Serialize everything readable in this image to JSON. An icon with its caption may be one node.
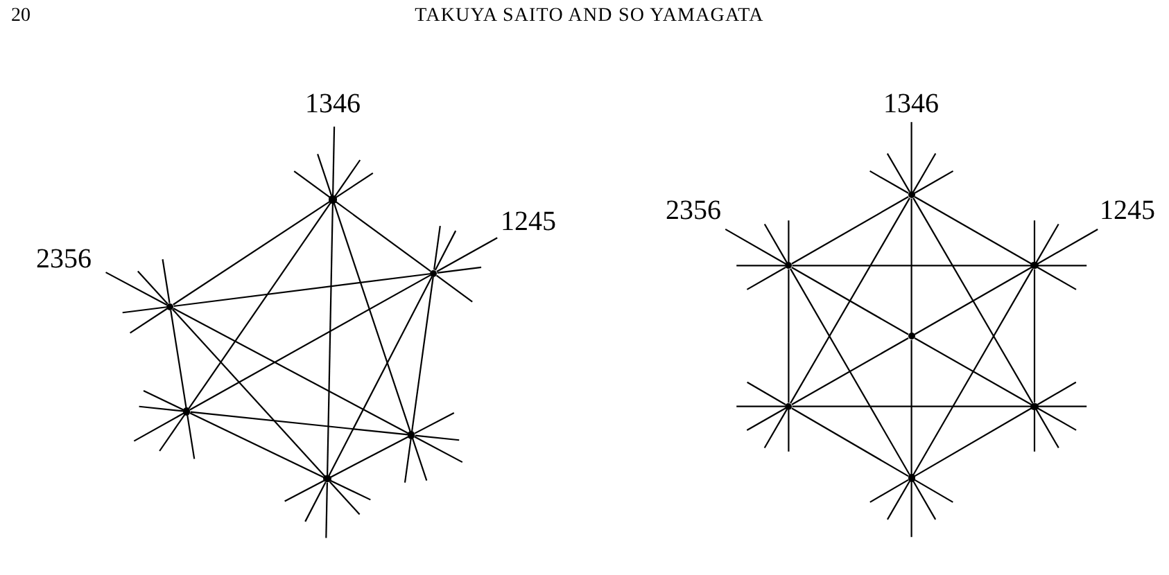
{
  "diagram": {
    "nodes": [
      {
        "text": [],
        "shape": "dot"
      },
      {
        "text": [],
        "shape": "dot"
      },
      {
        "text": [],
        "shape": "dot"
      },
      {
        "text": [],
        "shape": "dot"
      },
      {
        "text": [],
        "shape": "dot"
      },
      {
        "text": [],
        "shape": "dot"
      },
      {
        "text": [],
        "shape": "dot"
      },
      {
        "text": [],
        "shape": "dot"
      },
      {
        "text": [],
        "shape": "dot"
      },
      {
        "text": [],
        "shape": "dot"
      },
      {
        "text": [],
        "shape": "dot"
      },
      {
        "text": [],
        "shape": "dot"
      },
      {
        "text": [],
        "shape": "dot"
      }
    ],
    "edges": [
      {
        "from": 0,
        "to": 1,
        "arrow": "none"
      },
      {
        "from": 0,
        "to": 2,
        "arrow": "none"
      },
      {
        "from": 0,
        "to": 3,
        "arrow": "none"
      },
      {
        "from": 0,
        "to": 4,
        "arrow": "none"
      },
      {
        "from": 0,
        "to": 5,
        "arrow": "none"
      },
      {
        "from": 1,
        "to": 2,
        "arrow": "none"
      },
      {
        "from": 1,
        "to": 3,
        "arrow": "none"
      },
      {
        "from": 1,
        "to": 4,
        "arrow": "none"
      },
      {
        "from": 1,
        "to": 5,
        "arrow": "none"
      },
      {
        "from": 2,
        "to": 3,
        "arrow": "none"
      },
      {
        "from": 2,
        "to": 4,
        "arrow": "none"
      },
      {
        "from": 2,
        "to": 5,
        "arrow": "none"
      },
      {
        "from": 3,
        "to": 4,
        "arrow": "none"
      },
      {
        "from": 3,
        "to": 5,
        "arrow": "none"
      },
      {
        "from": 4,
        "to": 5,
        "arrow": "none"
      },
      {
        "from": 6,
        "to": 7,
        "arrow": "none"
      },
      {
        "from": 6,
        "to": 8,
        "arrow": "none"
      },
      {
        "from": 6,
        "to": 10,
        "arrow": "none"
      },
      {
        "from": 6,
        "to": 11,
        "arrow": "none"
      },
      {
        "from": 6,
        "to": 9,
        "arrow": "none"
      },
      {
        "from": 9,
        "to": 12,
        "arrow": "none"
      },
      {
        "from": 7,
        "to": 8,
        "arrow": "none"
      },
      {
        "from": 7,
        "to": 10,
        "arrow": "none"
      },
      {
        "from": 7,
        "to": 9,
        "arrow": "none"
      },
      {
        "from": 9,
        "to": 11,
        "arrow": "none"
      },
      {
        "from": 7,
        "to": 12,
        "arrow": "none"
      },
      {
        "from": 8,
        "to": 9,
        "arrow": "none"
      },
      {
        "from": 9,
        "to": 10,
        "arrow": "none"
      },
      {
        "from": 8,
        "to": 11,
        "arrow": "none"
      },
      {
        "from": 8,
        "to": 12,
        "arrow": "none"
      },
      {
        "from": 10,
        "to": 11,
        "arrow": "none"
      },
      {
        "from": 10,
        "to": 12,
        "arrow": "none"
      },
      {
        "from": 11,
        "to": 12,
        "arrow": "none"
      }
    ],
    "labels": [
      "20",
      "TAKUYA SAITO AND SO YAMAGATA",
      "1346",
      "1245",
      "2356",
      "1346",
      "2356",
      "1245"
    ]
  }
}
